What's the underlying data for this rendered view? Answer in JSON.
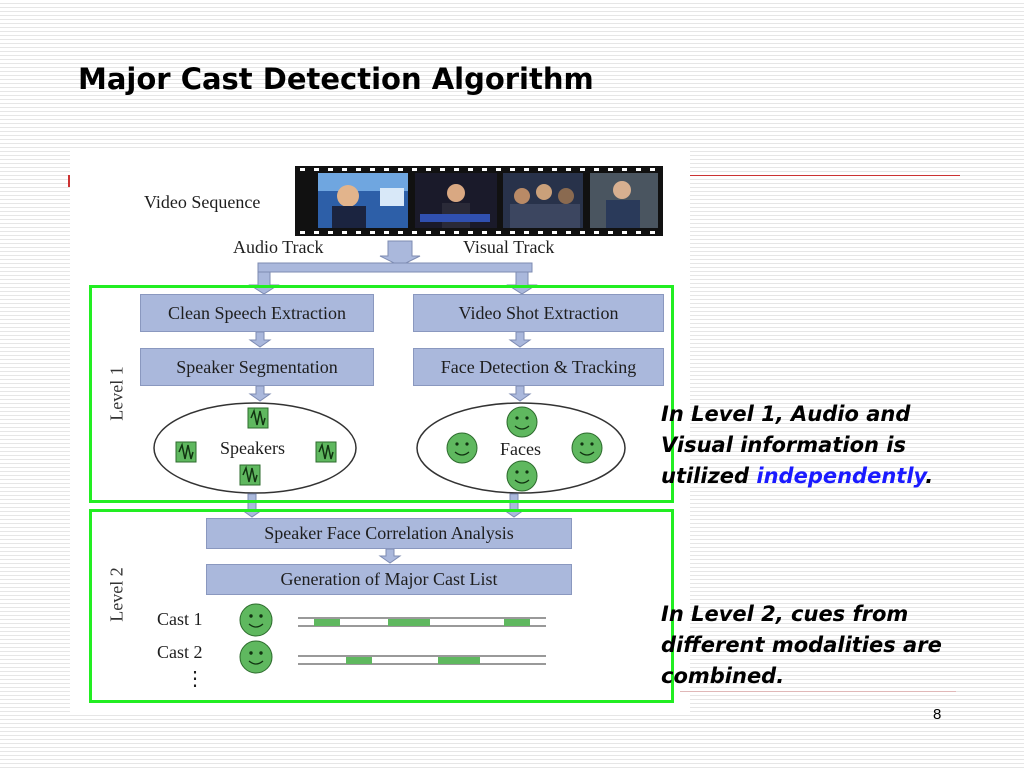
{
  "slide": {
    "title": "Major Cast Detection Algorithm",
    "page_number": "8"
  },
  "diagram": {
    "video_sequence": "Video Sequence",
    "audio_track": "Audio Track",
    "visual_track": "Visual Track",
    "level1": {
      "label": "Level 1",
      "clean_speech": "Clean Speech Extraction",
      "video_shot": "Video Shot Extraction",
      "speaker_seg": "Speaker Segmentation",
      "face_detection": "Face Detection & Tracking",
      "speakers": "Speakers",
      "faces": "Faces"
    },
    "level2": {
      "label": "Level 2",
      "correlation": "Speaker Face Correlation Analysis",
      "generation": "Generation of Major Cast List",
      "cast1": "Cast 1",
      "cast2": "Cast 2",
      "ellipsis": "⋮"
    },
    "colors": {
      "box_fill": "#aab8dc",
      "level_frame": "#22ee22",
      "icon_green": "#5fb85f"
    }
  },
  "captions": {
    "level1_pre": "In Level 1, Audio and Visual  information is utilized ",
    "level1_em": "independently",
    "level1_post": ".",
    "level2": "In Level 2, cues from different modalities are combined."
  }
}
